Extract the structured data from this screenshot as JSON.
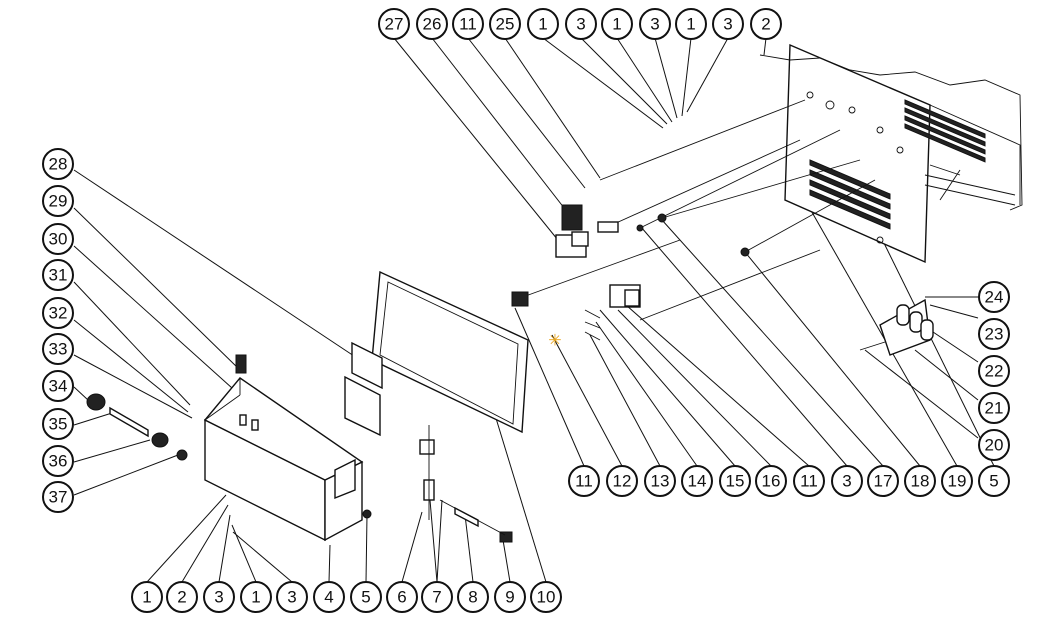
{
  "callouts": {
    "top": [
      "27",
      "26",
      "11",
      "25",
      "1",
      "3",
      "1",
      "3",
      "1",
      "3",
      "2"
    ],
    "right": [
      "24",
      "23",
      "22",
      "21",
      "20"
    ],
    "left": [
      "28",
      "29",
      "30",
      "31",
      "32",
      "33",
      "34",
      "35",
      "36",
      "37"
    ],
    "mid_row": [
      "11",
      "12",
      "13",
      "14",
      "15",
      "16",
      "11",
      "3",
      "17",
      "18",
      "19",
      "5"
    ],
    "bottom_row": [
      "1",
      "2",
      "3",
      "1",
      "3",
      "4",
      "5",
      "6",
      "7",
      "8",
      "9",
      "10"
    ]
  },
  "colors": {
    "line": "#111111",
    "marker": "#e8a317",
    "background": "#ffffff"
  }
}
